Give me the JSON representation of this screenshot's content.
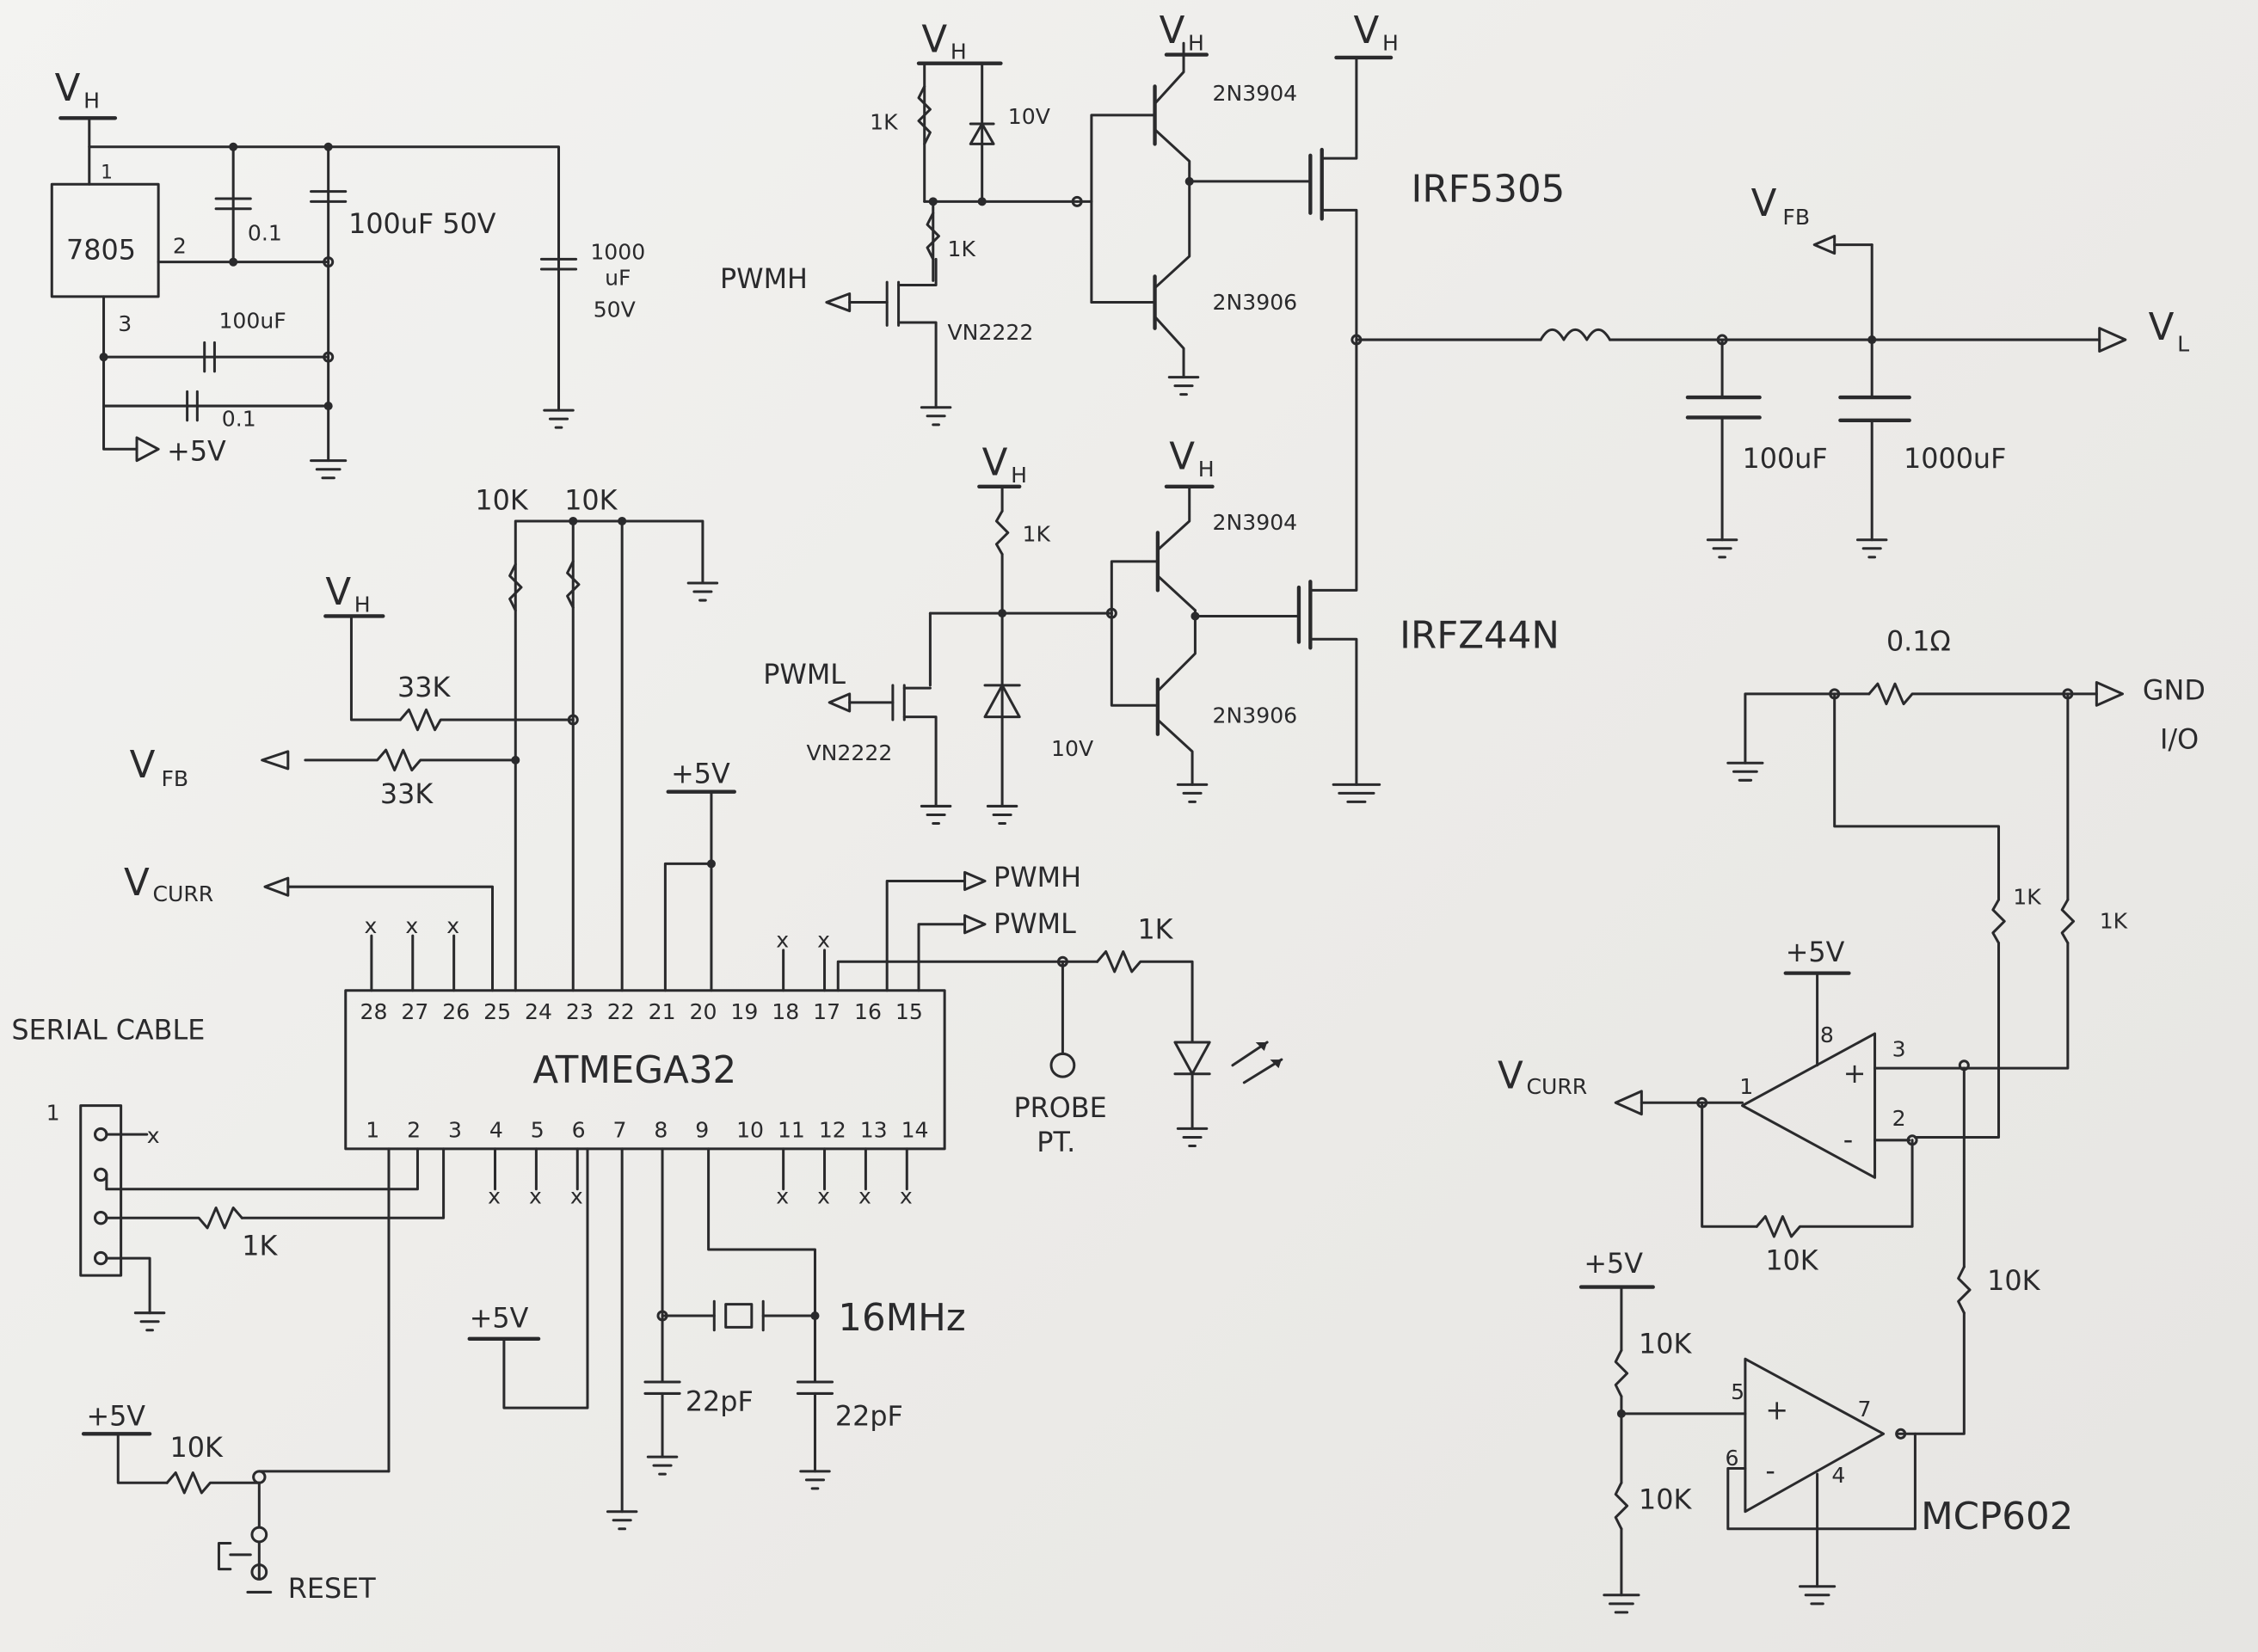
{
  "labels": {
    "vh": "V",
    "vh_sub": "H",
    "vfb": "V",
    "vfb_sub": "FB",
    "vl": "V",
    "vl_sub": "L",
    "vcurr": "V",
    "vcurr_sub": "CURR",
    "plus5v": "+5V",
    "pwmh": "PWMH",
    "pwml": "PWML",
    "gnd_io_line1": "GND",
    "gnd_io_line2": "I/O",
    "serial_cable": "SERIAL CABLE",
    "reset": "RESET",
    "probe_line1": "PROBE",
    "probe_line2": "PT.",
    "no_connect": "x"
  },
  "parts": {
    "regulator": "7805",
    "reg_pin1": "1",
    "reg_pin2": "2",
    "reg_pin3": "3",
    "mcu": "ATMEGA32",
    "npn": "2N3904",
    "pnp": "2N3906",
    "nmos_small": "VN2222",
    "mosfet_high": "IRF5305",
    "mosfet_low": "IRFZ44N",
    "opamp": "MCP602",
    "crystal": "16MHz",
    "serial_pin1": "1"
  },
  "values": {
    "c_01": "0.1",
    "c_100uf_50v": "100uF 50V",
    "c_1000_line1": "1000",
    "c_1000_line2": "uF",
    "c_1000_line3": "50V",
    "c_100uf": "100uF",
    "c_1000uf": "1000uF",
    "r_1k": "1K",
    "r_10k": "10K",
    "r_33k": "33K",
    "zener_10v": "10V",
    "c_22pf": "22pF",
    "r_shunt": "0.1Ω"
  },
  "pins": {
    "top": [
      "28",
      "27",
      "26",
      "25",
      "24",
      "23",
      "22",
      "21",
      "20",
      "19",
      "18",
      "17",
      "16",
      "15"
    ],
    "bottom": [
      "1",
      "2",
      "3",
      "4",
      "5",
      "6",
      "7",
      "8",
      "9",
      "10",
      "11",
      "12",
      "13",
      "14"
    ]
  },
  "opamp1_pins": [
    "8",
    "1",
    "3",
    "2"
  ],
  "opamp2_pins": [
    "5",
    "6",
    "7",
    "4"
  ],
  "opamp_signs": [
    "+",
    "-"
  ],
  "colors": {
    "ink": "#2a2a2c",
    "paper": "#efeeec"
  }
}
